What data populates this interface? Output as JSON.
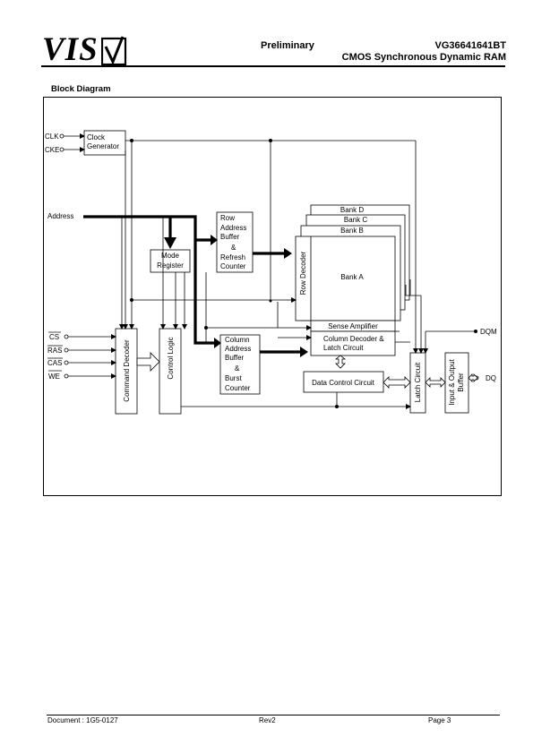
{
  "header": {
    "logo": "VIS",
    "preliminary": "Preliminary",
    "part_number": "VG36641641BT",
    "description": "CMOS Synchronous Dynamic RAM"
  },
  "section_title": "Block Diagram",
  "diagram": {
    "inputs": {
      "clk": "CLK",
      "cke": "CKE",
      "address": "Address",
      "cs": "CS",
      "ras": "RAS",
      "cas": "CAS",
      "we": "WE",
      "dqm": "DQM",
      "dq": "DQ"
    },
    "blocks": {
      "clock_generator": [
        "Clock",
        "Generator"
      ],
      "mode_register": [
        "Mode",
        "Register"
      ],
      "row_address_buffer": [
        "Row",
        "Address",
        "Buffer",
        "&",
        "Refresh",
        "Counter"
      ],
      "column_address_buffer": [
        "Column",
        "Address",
        "Buffer",
        "&",
        "Burst",
        "Counter"
      ],
      "command_decoder": "Command Decoder",
      "control_logic": "Control Logic",
      "row_decoder": "Row Decoder",
      "bank_a": "Bank A",
      "bank_b": "Bank B",
      "bank_c": "Bank C",
      "bank_d": "Bank D",
      "sense_amplifier": "Sense Amplifier",
      "column_decoder": [
        "Column Decoder &",
        "Latch Circuit"
      ],
      "data_control": "Data Control Circuit",
      "latch_circuit": "Latch Circuit",
      "io_buffer": [
        "Input & Output",
        "Buffer"
      ]
    }
  },
  "footer": {
    "document": "Document : 1G5-0127",
    "rev": "Rev2",
    "page": "Page 3"
  }
}
